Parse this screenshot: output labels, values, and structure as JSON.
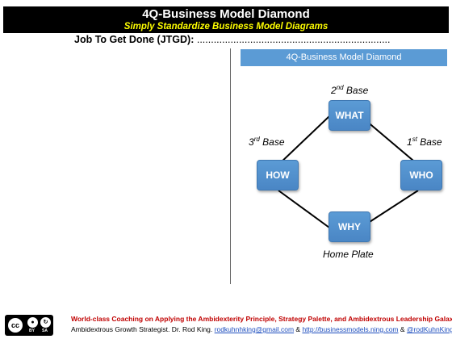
{
  "header": {
    "title": "4Q-Business Model Diamond",
    "subtitle": "Simply Standardize Business Model Diagrams"
  },
  "jtgd": {
    "label": "Job To Get Done (JTGD):",
    "dots": "....................................................................."
  },
  "panel": {
    "title": "4Q-Business Model Diamond"
  },
  "nodes": {
    "what": "WHAT",
    "how": "HOW",
    "who": "WHO",
    "why": "WHY"
  },
  "bases": {
    "second": {
      "num": "2",
      "sup": "nd",
      "text": " Base"
    },
    "third": {
      "num": "3",
      "sup": "rd",
      "text": " Base"
    },
    "first": {
      "num": "1",
      "sup": "st",
      "text": " Base"
    },
    "home": "Home Plate"
  },
  "footer": {
    "line1_prefix": "World-class Coaching ",
    "line1_on": "on Applying the Ambidexterity Principle, Strategy Palette, and Ambidextrous Leadership Galaxy",
    "line2_prefix": "Ambidextrous Growth Strategist. Dr. Rod King. ",
    "email": "rodkuhnhking@gmail.com",
    "amp1": " & ",
    "site": "http://businessmodels.ning.com",
    "amp2": " & ",
    "twitter": "@rodKuhnKing",
    "cc": "cc",
    "cc_by": "BY",
    "cc_sa": "SA"
  },
  "colors": {
    "accent": "#5b9bd5",
    "header_bg": "#000000",
    "subtitle": "#ffff00",
    "footer_red": "#c00000"
  }
}
